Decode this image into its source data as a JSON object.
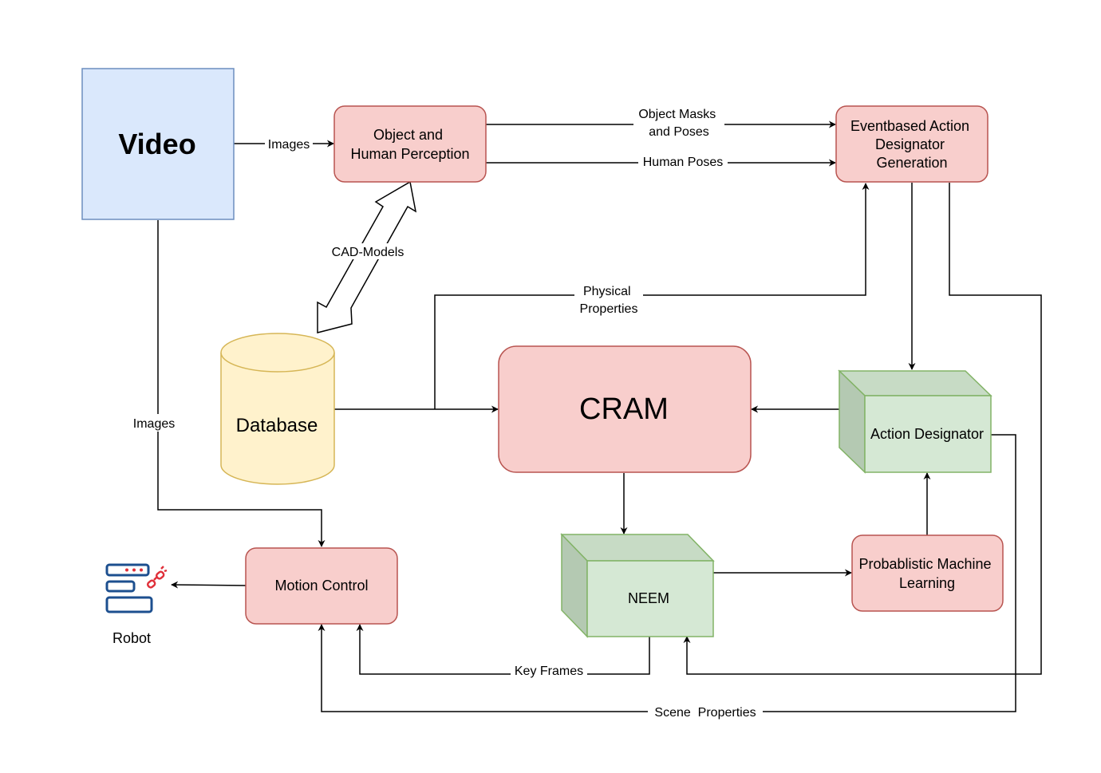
{
  "nodes": {
    "video": "Video",
    "perception": [
      "Object and",
      "Human Perception"
    ],
    "event_designator": [
      "Eventbased Action",
      "Designator",
      "Generation"
    ],
    "database": "Database",
    "cram": "CRAM",
    "action_designator": "Action Designator",
    "neem": "NEEM",
    "pml": [
      "Probablistic Machine",
      "Learning"
    ],
    "motion_control": "Motion Control",
    "robot": "Robot"
  },
  "edges": {
    "images_top": "Images",
    "images_left": "Images",
    "object_masks": [
      "Object Masks",
      "and Poses"
    ],
    "human_poses": "Human Poses",
    "cad_models": "CAD-Models",
    "physical_properties": [
      "Physical",
      "Properties"
    ],
    "key_frames": "Key Frames",
    "scene_properties": "Scene  Properties"
  },
  "colors": {
    "pink_fill": "#f8cecc",
    "pink_stroke": "#b85450",
    "blue_fill": "#dae8fc",
    "blue_stroke": "#6c8ebf",
    "yellow_fill": "#fff2cc",
    "yellow_stroke": "#d6b656",
    "green_fill": "#d5e8d4",
    "green_stroke": "#82b366",
    "robot_icon_blue": "#1c4f8f",
    "robot_icon_red": "#e0303a"
  },
  "icons": {
    "robot": "robot-icon"
  }
}
